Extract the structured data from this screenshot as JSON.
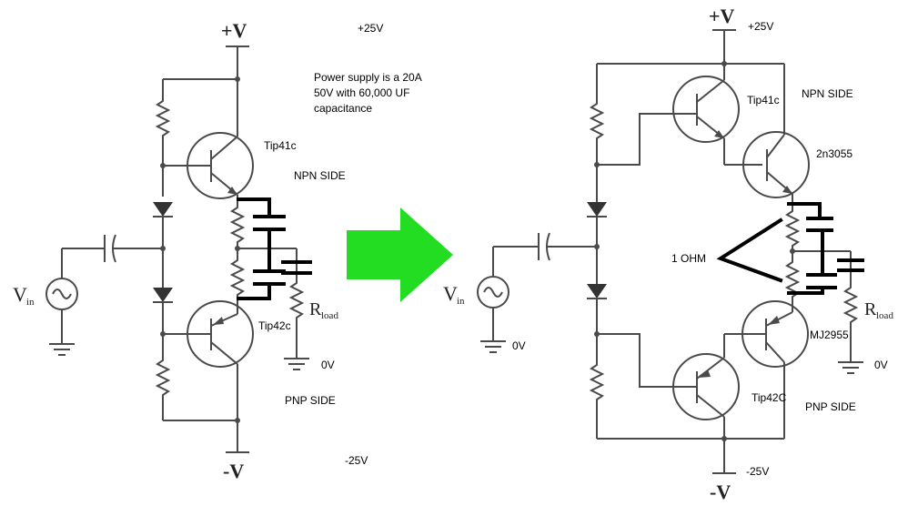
{
  "left": {
    "vplus": "+V",
    "vminus": "-V",
    "plus25": "+25V",
    "minus25": "-25V",
    "psu_note": [
      "Power supply is a 20A",
      "50V with 60,000 UF",
      "capacitance"
    ],
    "npn_part": "Tip41c",
    "pnp_part": "Tip42c",
    "npn_side": "NPN SIDE",
    "pnp_side": "PNP SIDE",
    "zero_v": "0V",
    "vin": "V",
    "vin_sub": "in",
    "rload": "R",
    "rload_sub": "load"
  },
  "right": {
    "vplus": "+V",
    "vminus": "-V",
    "plus25": "+25V",
    "minus25": "-25V",
    "npn_driver": "Tip41c",
    "npn_output": "2n3055",
    "pnp_output": "MJ2955",
    "pnp_driver": "Tip42C",
    "npn_side": "NPN SIDE",
    "pnp_side": "PNP SIDE",
    "one_ohm": "1 OHM",
    "zero_v_a": "0V",
    "zero_v_b": "0V",
    "vin": "V",
    "vin_sub": "in",
    "rload": "R",
    "rload_sub": "load"
  },
  "colors": {
    "arrow": "#22dd22",
    "wire": "#4a4a4a",
    "markup": "#000000"
  }
}
